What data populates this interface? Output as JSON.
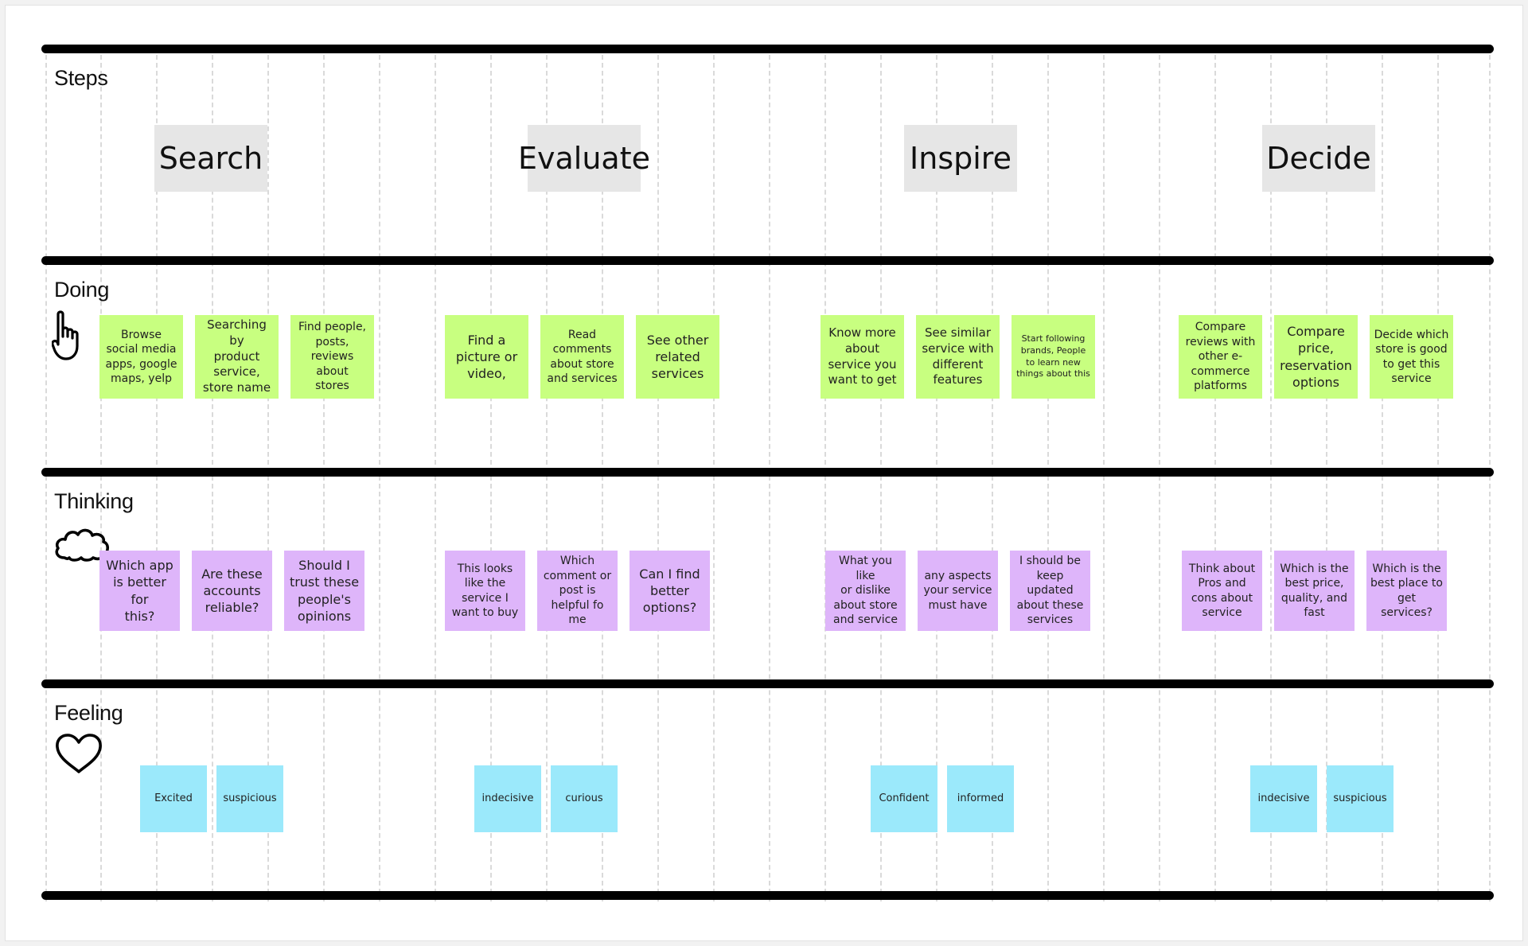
{
  "rows": {
    "steps": "Steps",
    "doing": "Doing",
    "thinking": "Thinking",
    "feeling": "Feeling"
  },
  "icons": {
    "doing": "pointing-hand-icon",
    "thinking": "cloud-icon",
    "feeling": "heart-icon"
  },
  "steps": [
    "Search",
    "Evaluate",
    "Inspire",
    "Decide"
  ],
  "doing": [
    "Browse\nsocial media\napps, google\nmaps, yelp",
    "Searching by\nproduct\nservice,\nstore name",
    "Find people,\nposts,\nreviews about\nstores",
    "Find a\npicture or\nvideo,",
    "Read\ncomments\nabout store\nand services",
    "See other\nrelated\nservices",
    "Know more\nabout\nservice you\nwant to get",
    "See similar\nservice with\ndifferent\nfeatures",
    "Start following\nbrands, People\nto learn new\nthings about this",
    "Compare\nreviews with\nother e-\ncommerce\nplatforms",
    "Compare\nprice,\nreservation\noptions",
    "Decide which\nstore is good\nto get this\nservice"
  ],
  "thinking": [
    "Which app\nis better for\nthis?",
    "Are these\naccounts\nreliable?",
    "Should I\ntrust these\npeople's\nopinions",
    "This looks\nlike the\nservice I\nwant to buy",
    "Which\ncomment or\npost is\nhelpful fo me",
    "Can I find\nbetter\noptions?",
    "What you like\nor dislike\nabout store\nand service",
    "any aspects\nyour service\nmust have",
    "I should be\nkeep\nupdated\nabout these\nservices",
    "Think about\nPros and\ncons about\nservice",
    "Which is the\nbest price,\nquality, and\nfast",
    "Which is the\nbest place to\nget services?"
  ],
  "feeling": [
    "Excited",
    "suspicious",
    "indecisive",
    "curious",
    "Confident",
    "informed",
    "indecisive",
    "suspicious"
  ],
  "colors": {
    "doing": "#c8ff80",
    "thinking": "#deb5fa",
    "feeling": "#9be9fb",
    "step_card": "#e6e6e6",
    "divider": "#000000"
  }
}
